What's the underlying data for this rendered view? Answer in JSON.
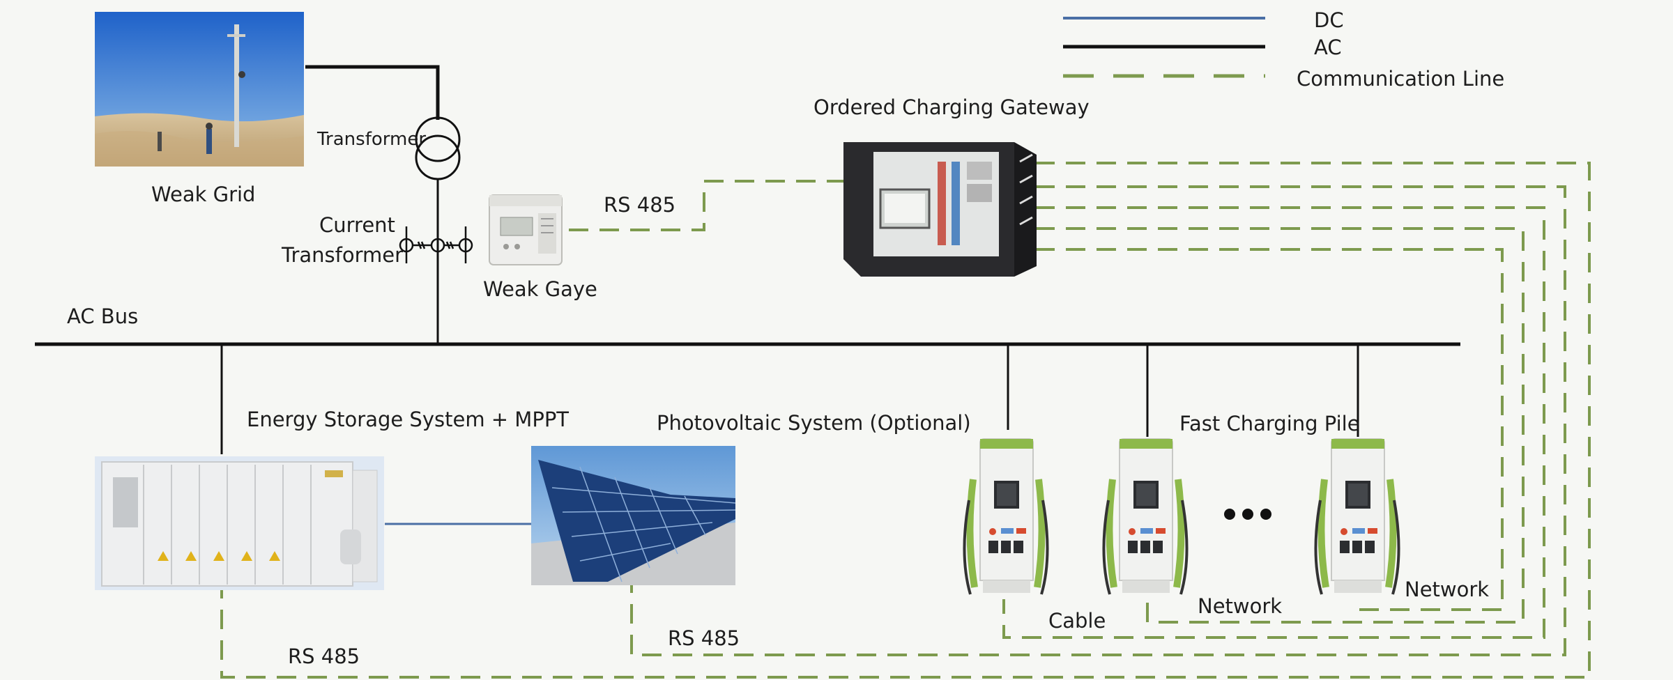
{
  "legend": {
    "dc_label": "DC",
    "ac_label": "AC",
    "comm_label": "Communication Line"
  },
  "colors": {
    "dc": "#4a6fa5",
    "ac": "#111111",
    "comm": "#7d9a4e",
    "pile_accent": "#8db94a"
  },
  "labels": {
    "weak_grid": "Weak Grid",
    "transformer": "Transformer",
    "current_transformer_line1": "Current",
    "current_transformer_line2": "Transformer",
    "weak_gaye": "Weak Gaye",
    "rs485_top": "RS 485",
    "gateway": "Ordered Charging Gateway",
    "ac_bus": "AC Bus",
    "ess": "Energy Storage System + MPPT",
    "pv": "Photovoltaic System (Optional)",
    "fast_pile": "Fast Charging Pile",
    "rs485_bottom_left": "RS 485",
    "rs485_bottom_mid": "RS 485",
    "cable": "Cable",
    "network_1": "Network",
    "network_2": "Network"
  },
  "icons": {
    "grid_photo": "utility-pole-desert-photo",
    "transformer_symbol": "transformer-symbol",
    "current_transformer_symbol": "current-transformer-symbol",
    "meter": "meter-device-icon",
    "gateway_cabinet": "gateway-cabinet-icon",
    "ess_cabinet": "energy-storage-cabinet-icon",
    "pv_panels": "solar-panel-photo",
    "charging_pile": "charging-pile-icon",
    "ellipsis": "ellipsis-dots"
  }
}
